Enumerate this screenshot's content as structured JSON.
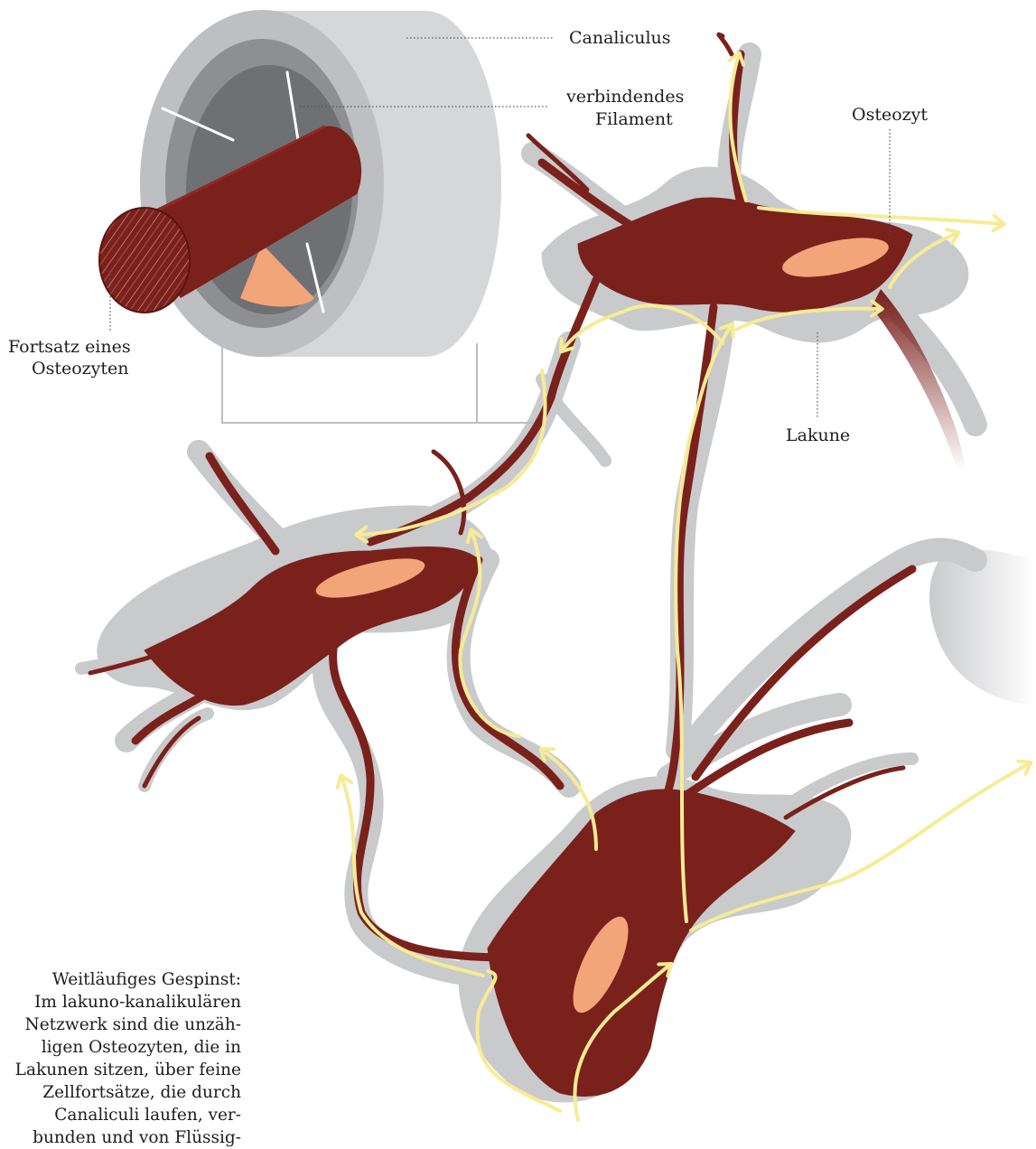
{
  "labels": {
    "canaliculus": "Canaliculus",
    "filament_line1": "verbindendes",
    "filament_line2": "Filament",
    "osteozyt": "Osteozyt",
    "fortsatz_line1": "Fortsatz eines",
    "fortsatz_line2": "Osteozyten",
    "lakune": "Lakune"
  },
  "caption": {
    "lines": [
      "Weitläufiges Gespinst:",
      "Im lakuno-kanalikulären",
      "Netzwerk sind die unzäh-",
      "ligen Osteozyten, die in",
      "Lakunen sitzen, über feine",
      "Zellfortsätze, die durch",
      "Canaliculi laufen, ver-",
      "bunden und von Flüssig-"
    ]
  },
  "colors": {
    "cell": "#7a211c",
    "nucleus": "#f2a579",
    "lacuna": "#c9cacc",
    "canaliculus_outer": "#d4d5d7",
    "flow_arrow": "#f7eb95",
    "leader_line": "#555555"
  }
}
